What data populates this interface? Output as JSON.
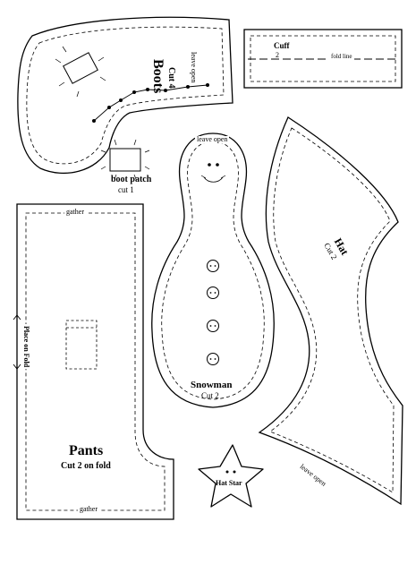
{
  "pieces": {
    "boots": {
      "name": "Boots",
      "cut": "Cut 4",
      "note": "leave open"
    },
    "cuff": {
      "name": "Cuff",
      "cut": "2",
      "fold": "fold line"
    },
    "boot_patch": {
      "name": "boot patch",
      "cut": "cut 1"
    },
    "snowman": {
      "name": "Snowman",
      "cut": "Cut 2",
      "note": "leave open"
    },
    "hat": {
      "name": "Hat",
      "cut": "Cut 2",
      "note": "leave open"
    },
    "pants": {
      "name": "Pants",
      "cut": "Cut 2 on fold",
      "gather_top": "gather",
      "gather_bottom": "gather",
      "fold": "Place on Fold"
    },
    "hat_star": {
      "name": "Hat Star"
    }
  },
  "colors": {
    "ink": "#000000",
    "paper": "#ffffff"
  }
}
